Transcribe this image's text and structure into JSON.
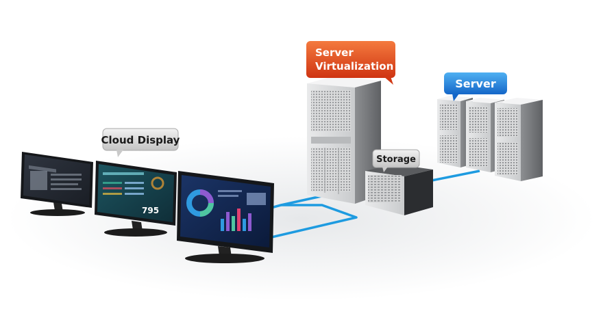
{
  "labels": {
    "cloud_display": "Cloud Display",
    "server_virtualization_line1": "Server",
    "server_virtualization_line2": "Virtualization",
    "storage": "Storage",
    "server": "Server"
  },
  "screen_text": {
    "counter": "795"
  },
  "colors": {
    "network_line": "#1e9be0",
    "virtualization_bubble": "#e0481f",
    "server_bubble": "#1f7ee0",
    "gray_bubble": "#d7d7d7"
  }
}
